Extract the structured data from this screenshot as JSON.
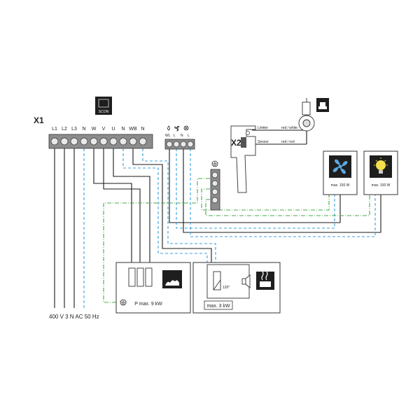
{
  "main_terminal": {
    "label": "X1",
    "terminals": [
      "L1",
      "L2",
      "L3",
      "N",
      "W",
      "V",
      "U",
      "N",
      "WB",
      "N"
    ]
  },
  "controller": {
    "label": "SCON"
  },
  "aux_terminal": {
    "terminals": [
      "WL",
      "L",
      "N",
      "L"
    ]
  },
  "sensor_unit": {
    "label": "X2",
    "wire_limiter": "Limiter",
    "wire_sensor": "Sensor",
    "color_red_white": "red / white",
    "color_red_red": "red / red"
  },
  "fan_box": {
    "label": "max. 100 W"
  },
  "light_box": {
    "label": "max. 100 W"
  },
  "heater_box": {
    "label": "P max. 9 kW"
  },
  "steam_box": {
    "angle": "120°",
    "label": "max. 3 kW"
  },
  "supply": {
    "label": "400 V 3 N AC 50 Hz"
  },
  "colors": {
    "black_wire": "#1a1a1a",
    "blue_wire": "#3aa0d8",
    "green_wire": "#4aa84a"
  },
  "icons": [
    "thermometer-icon",
    "fan-icon",
    "light-bulb-icon",
    "sauna-stones-icon",
    "steam-icon",
    "ground-icon",
    "speaker-icon"
  ]
}
